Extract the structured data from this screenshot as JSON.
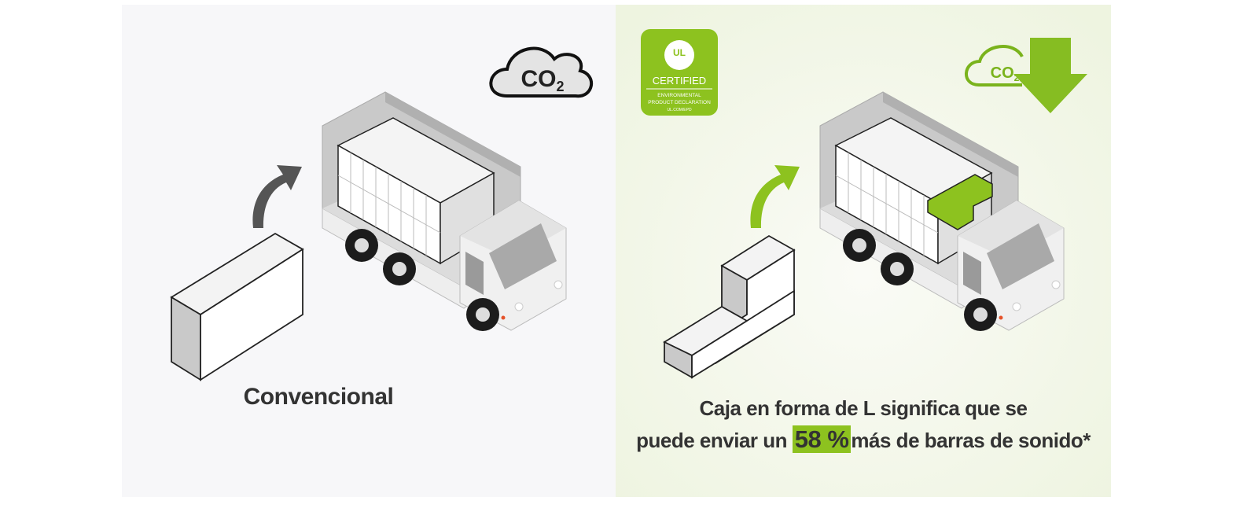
{
  "left_panel": {
    "label": "Convencional",
    "co2_icon": "co2-cloud-icon",
    "arrow_color": "#555555"
  },
  "right_panel": {
    "badge": {
      "mark": "UL",
      "title": "CERTIFIED",
      "line1": "ENVIRONMENTAL",
      "line2": "PRODUCT DECLARATION",
      "url": "UL.COM/EPD"
    },
    "co2_icon": "co2-reduction-cloud-arrow-icon",
    "caption_line1": "Caja en forma de L significa que se",
    "caption_pre": "puede enviar un",
    "caption_highlight": "58 %",
    "caption_post": "más de barras de sonido*",
    "accent_color": "#8dc21f"
  }
}
